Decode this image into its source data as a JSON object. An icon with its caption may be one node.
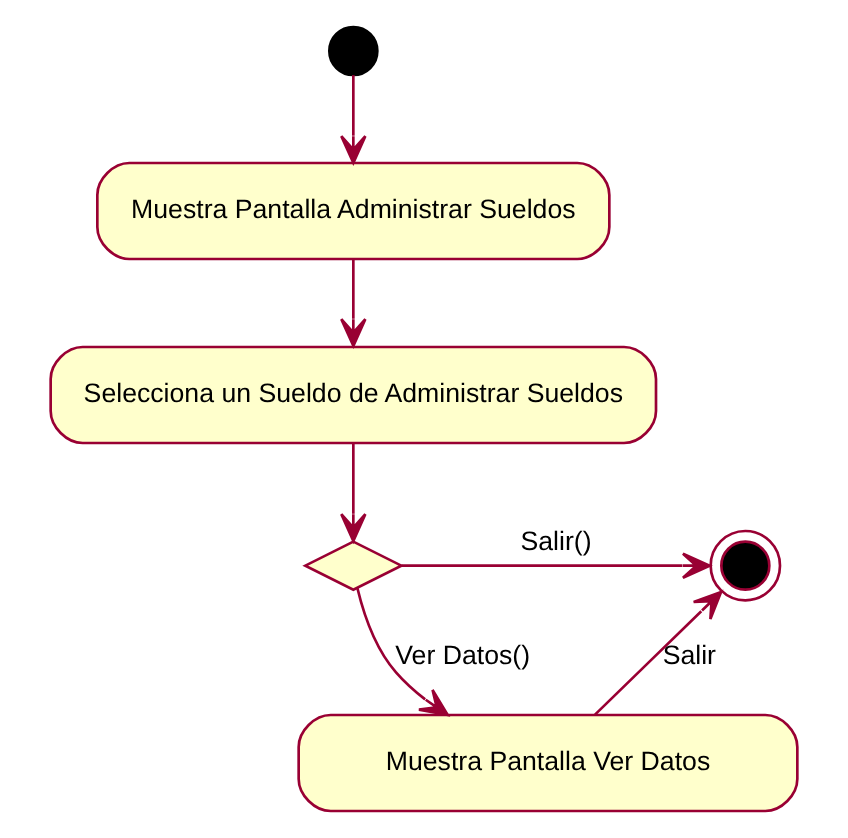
{
  "diagram": {
    "nodes": [
      {
        "text": [],
        "shape": "circle"
      },
      {
        "text": [
          "Muestra Pantalla Administrar Sueldos"
        ]
      },
      {
        "text": [
          "Selecciona un Sueldo de Administrar Sueldos"
        ]
      },
      {
        "text": [],
        "shape": "diamond"
      },
      {
        "text": [],
        "shape": "circle"
      },
      {
        "text": [
          "Muestra Pantalla Ver Datos"
        ]
      }
    ],
    "edges": [
      {
        "from": 0,
        "to": 1,
        "arrow": "to"
      },
      {
        "from": 1,
        "to": 2,
        "arrow": "to"
      },
      {
        "from": 2,
        "to": 3,
        "arrow": "to"
      },
      {
        "from": 3,
        "to": 4,
        "arrow": "to",
        "label": "Salir()"
      },
      {
        "from": 3,
        "to": 5,
        "arrow": "to",
        "label": "Ver Datos()"
      },
      {
        "from": 5,
        "to": 4,
        "arrow": "to",
        "label": "Salir"
      }
    ]
  }
}
